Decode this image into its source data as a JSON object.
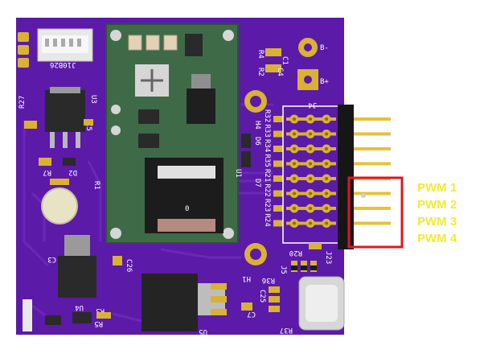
{
  "board": {
    "colors": {
      "solder_mask": "#5b1aa8",
      "mask_trace": "#6a28b8",
      "copper": "#d9b233",
      "silkscreen": "#ffffff",
      "module_pcb": "#3e6a48",
      "header_body": "#161616",
      "highlight_box": "#e0161c",
      "callout_text": "#f3e936"
    },
    "silkscreen_labels": {
      "bminus": "B-",
      "bplus": "B+",
      "r4": "R4",
      "r2": "R2",
      "c4": "C4",
      "j4": "J4",
      "h4": "H4",
      "h1": "H1",
      "u3": "U3",
      "j10": "J10B26",
      "r27": "R27",
      "c5": "C5",
      "r7": "R7",
      "d2": "D2",
      "r1": "R1",
      "d6": "D6",
      "u1": "U1",
      "d7": "D7",
      "c3": "C3",
      "c26": "C26",
      "c25": "C25",
      "c7": "C7",
      "u4": "U4",
      "r3": "R3",
      "r5": "R5",
      "u5": "U5",
      "j5": "J5",
      "j23": "J23",
      "r20": "R20",
      "r36": "R36",
      "r37": "R37",
      "c1": "C1",
      "module_zero": "0",
      "r_column": [
        "R32",
        "R33",
        "R34",
        "R35",
        "R21",
        "R22",
        "R23",
        "R24"
      ]
    },
    "callouts": [
      "PWM 1",
      "PWM 2",
      "PWM 3",
      "PWM 4"
    ]
  }
}
